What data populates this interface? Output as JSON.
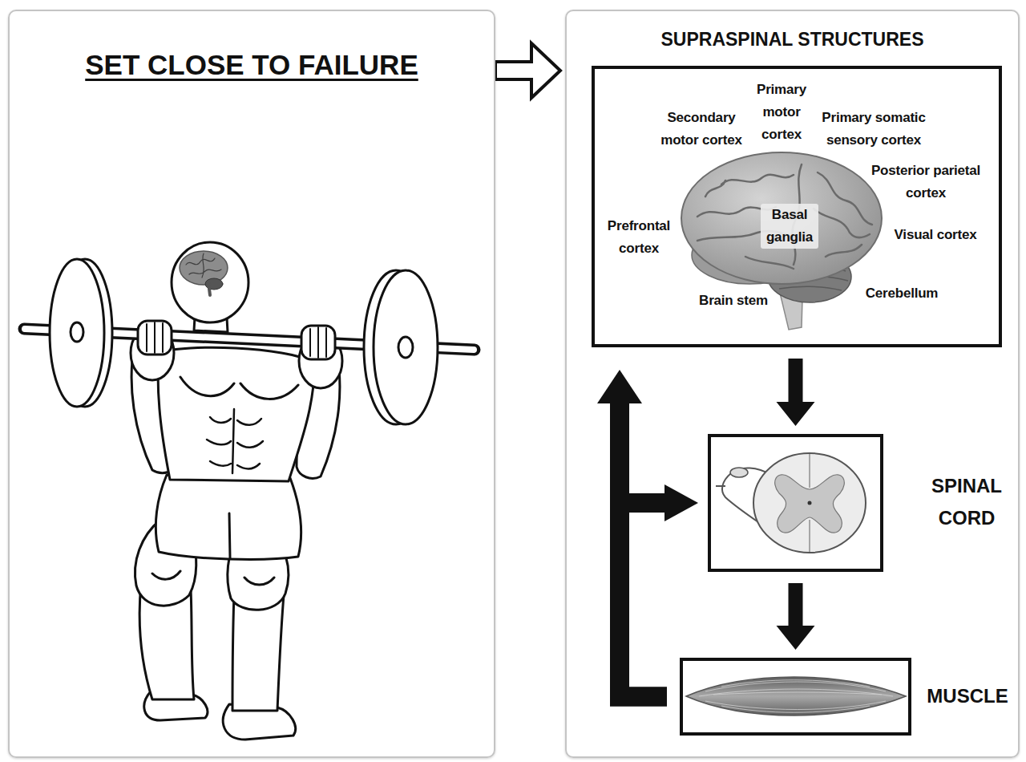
{
  "diagram": {
    "nodes": [
      {
        "text": [
          "SET CLOSE TO FAILURE"
        ]
      },
      {
        "text": [
          "SUPRASPINAL STRUCTURES"
        ]
      },
      {
        "text": [
          "Primary motor cortex",
          "Secondary motor cortex",
          "Primary somatic sensory cortex",
          "Posterior parietal cortex",
          "Basal ganglia",
          "Prefrontal cortex",
          "Visual cortex",
          "Cerebellum",
          "Brain stem"
        ],
        "in": 1
      },
      {
        "text": [
          "SPINAL CORD"
        ],
        "in": 1
      },
      {
        "text": [
          "MUSCLE"
        ],
        "in": 1
      }
    ],
    "edges": [
      {
        "from": 0,
        "to": 1,
        "arrow": "to"
      },
      {
        "from": 2,
        "to": 3,
        "arrow": "to"
      },
      {
        "from": 3,
        "to": 4,
        "arrow": "to"
      },
      {
        "from": 4,
        "to": 2,
        "arrow": "to"
      },
      {
        "from": 4,
        "to": 3,
        "arrow": "to"
      }
    ]
  }
}
